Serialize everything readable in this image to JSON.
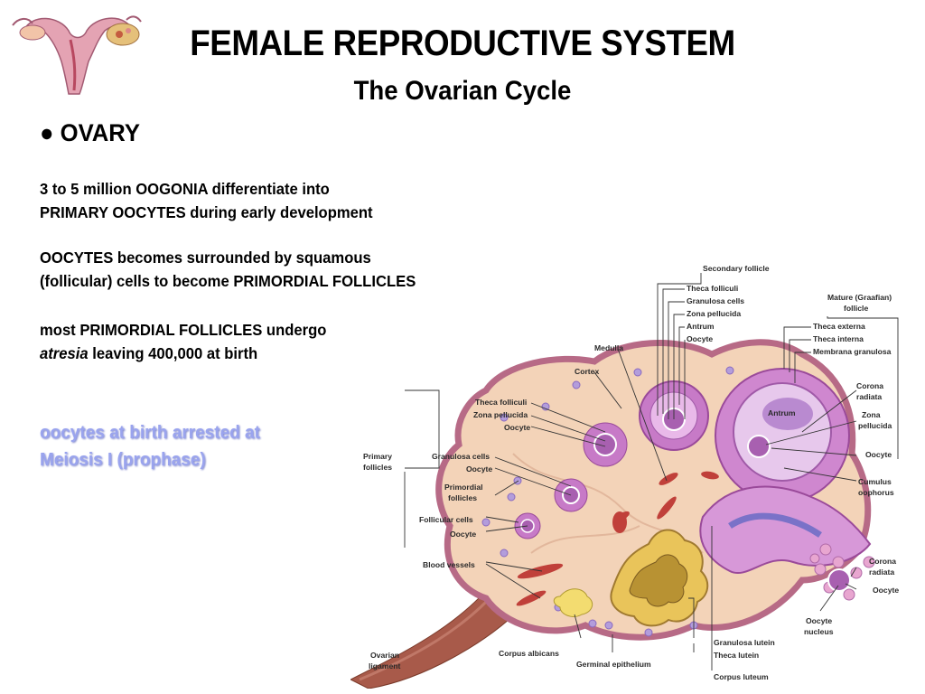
{
  "title": "FEMALE REPRODUCTIVE SYSTEM",
  "subtitle": "The Ovarian Cycle",
  "bullet_heading": "● OVARY",
  "paragraphs": {
    "p1_line1": "3 to 5 million OOGONIA differentiate into",
    "p1_line2": "PRIMARY OOCYTES during early development",
    "p2_line1": "OOCYTES becomes surrounded by squamous",
    "p2_line2": "(follicular) cells to become PRIMORDIAL FOLLICLES",
    "p3_line1": "most PRIMORDIAL FOLLICLES undergo",
    "p3_italic": "atresia",
    "p3_line2_rest": " leaving 400,000 at birth",
    "p4_line1": "oocytes at birth arrested at",
    "p4_line2": "Meiosis I (prophase)"
  },
  "diagram_labels": {
    "secondary_follicle": "Secondary follicle",
    "theca_folliculi_top": "Theca folliculi",
    "granulosa_cells_top": "Granulosa cells",
    "zona_pellucida_top": "Zona pellucida",
    "antrum_top": "Antrum",
    "oocyte_top": "Oocyte",
    "mature_1": "Mature (Graafian)",
    "mature_2": "follicle",
    "theca_externa": "Theca externa",
    "theca_interna": "Theca interna",
    "membrana_granulosa": "Membrana granulosa",
    "medulla": "Medulla",
    "cortex": "Cortex",
    "theca_folliculi_left": "Theca folliculi",
    "zona_pellucida_left": "Zona pellucida",
    "oocyte_left1": "Oocyte",
    "primary_1": "Primary",
    "primary_2": "follicles",
    "granulosa_cells_left": "Granulosa cells",
    "oocyte_left2": "Oocyte",
    "primordial_1": "Primordial",
    "primordial_2": "follicles",
    "follicular_cells": "Follicular cells",
    "oocyte_left3": "Oocyte",
    "blood_vessels": "Blood vessels",
    "antrum_inner": "Antrum",
    "corona_radiata_1a": "Corona",
    "corona_radiata_1b": "radiata",
    "zona_pellucida_right_a": "Zona",
    "zona_pellucida_right_b": "pellucida",
    "oocyte_right": "Oocyte",
    "cumulus_a": "Cumulus",
    "cumulus_b": "oophorus",
    "corona_radiata_2a": "Corona",
    "corona_radiata_2b": "radiata",
    "oocyte_right2": "Oocyte",
    "oocyte_nucleus_a": "Oocyte",
    "oocyte_nucleus_b": "nucleus",
    "ovarian_ligament_a": "Ovarian",
    "ovarian_ligament_b": "ligament",
    "corpus_albicans": "Corpus albicans",
    "germinal_epithelium": "Germinal epithelium",
    "granulosa_lutein": "Granulosa lutein",
    "theca_lutein": "Theca lutein",
    "corpus_luteum": "Corpus luteum"
  },
  "colors": {
    "ovary_fill": "#f3d3b8",
    "ovary_border": "#b76a86",
    "follicle_purple": "#b065b8",
    "ligament": "#a85a4a",
    "highlight_text": "#9aa4ee"
  }
}
